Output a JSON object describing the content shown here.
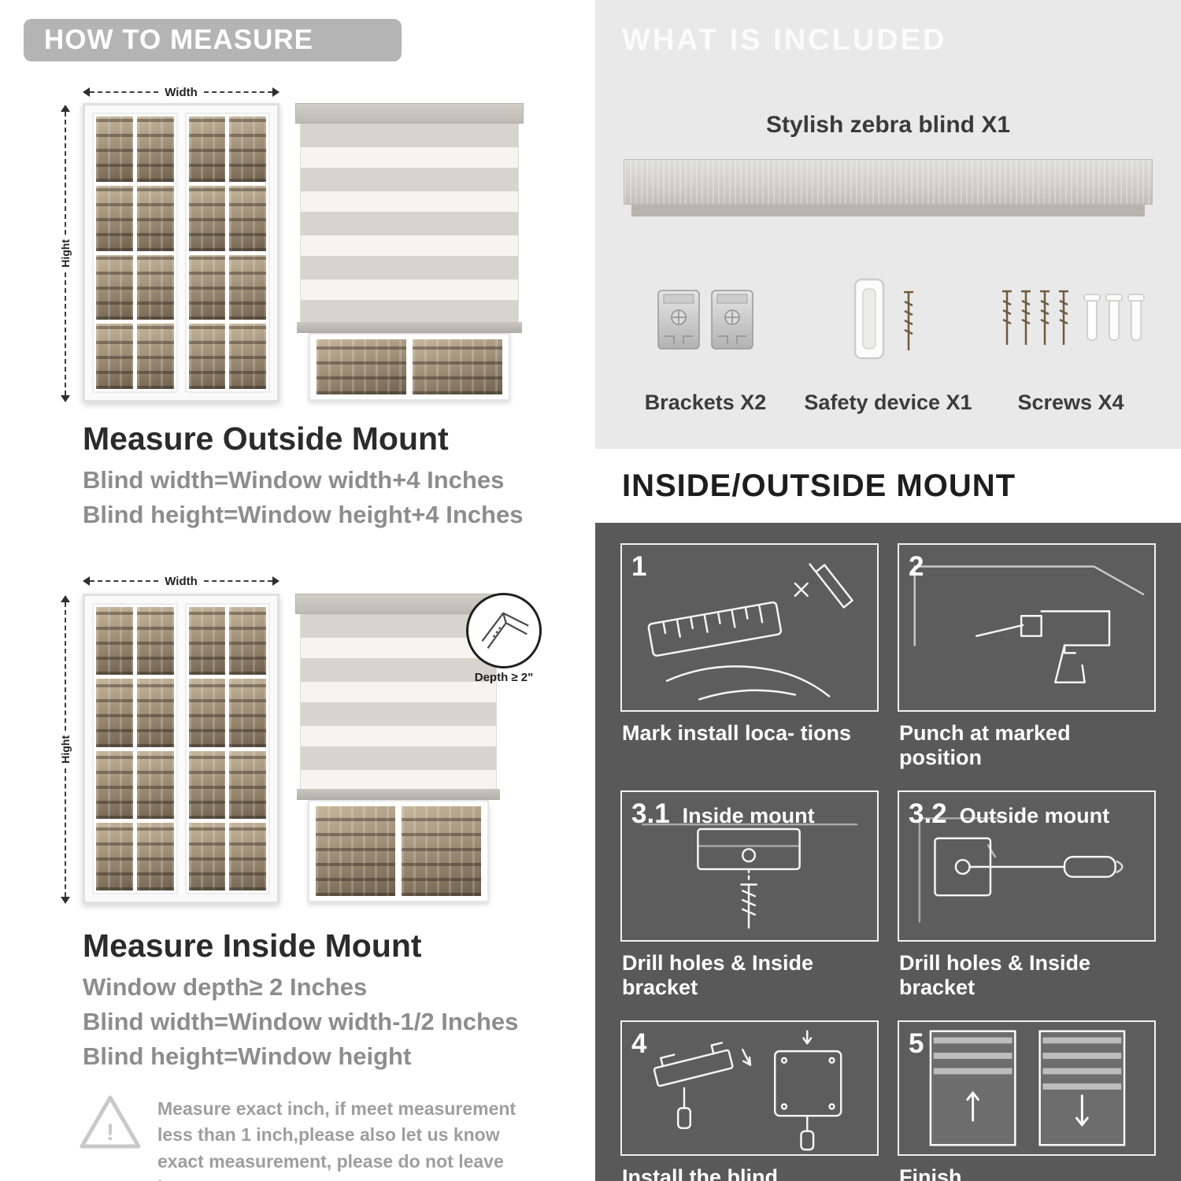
{
  "left": {
    "header": "HOW TO MEASURE",
    "fig_top": {
      "width_label": "Width",
      "height_label": "Hight"
    },
    "outside_mount": {
      "title": "Measure Outside Mount",
      "line1": "Blind width=Window width+4 Inches",
      "line2": "Blind height=Window height+4 Inches"
    },
    "fig_bottom": {
      "width_label": "Width",
      "height_label": "Hight",
      "depth_label": "Depth ≥ 2\""
    },
    "inside_mount": {
      "title": "Measure Inside Mount",
      "line1": "Window depth≥ 2 Inches",
      "line2": "Blind width=Window width-1/2 Inches",
      "line3": "Blind height=Window height"
    },
    "note": {
      "mark": "!",
      "text": "Measure exact inch, if meet measurement less than 1 inch,please also let us know exact measurement, please do not leave it"
    }
  },
  "included": {
    "header": "WHAT IS INCLUDED",
    "product_label": "Stylish zebra blind X1",
    "items": [
      {
        "label": "Brackets X2"
      },
      {
        "label": "Safety device X1"
      },
      {
        "label": "Screws X4"
      }
    ]
  },
  "mount_steps": {
    "header": "INSIDE/OUTSIDE MOUNT",
    "steps": [
      {
        "num": "1",
        "title": "",
        "caption": "Mark install loca- tions"
      },
      {
        "num": "2",
        "title": "",
        "caption": "Punch at  marked position"
      },
      {
        "num": "3.1",
        "title": "Inside mount",
        "caption": "Drill holes &  Inside bracket"
      },
      {
        "num": "3.2",
        "title": "Outside mount",
        "caption": "Drill holes &  Inside bracket"
      },
      {
        "num": "4",
        "title": "",
        "caption": "Install the blind"
      },
      {
        "num": "5",
        "title": "",
        "caption": "Finish"
      }
    ]
  },
  "colors": {
    "header_pill": "#b4b4b4",
    "included_bg": "#e9e9e9",
    "dark_panel": "#595959",
    "text_dark": "#2b2b2b",
    "text_gray": "#8d8d8d"
  }
}
